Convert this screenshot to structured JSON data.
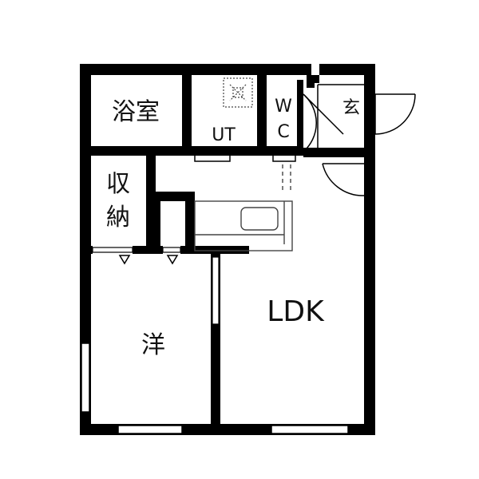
{
  "floorplan": {
    "rooms": {
      "bath": "浴室",
      "ut": "UT",
      "wc_1": "W",
      "wc_2": "C",
      "entrance": "玄",
      "storage_1": "収",
      "storage_2": "納",
      "western": "洋",
      "ldk": "LDK"
    },
    "colors": {
      "wall": "#000000",
      "fixture": "#666666",
      "background": "#ffffff"
    }
  }
}
